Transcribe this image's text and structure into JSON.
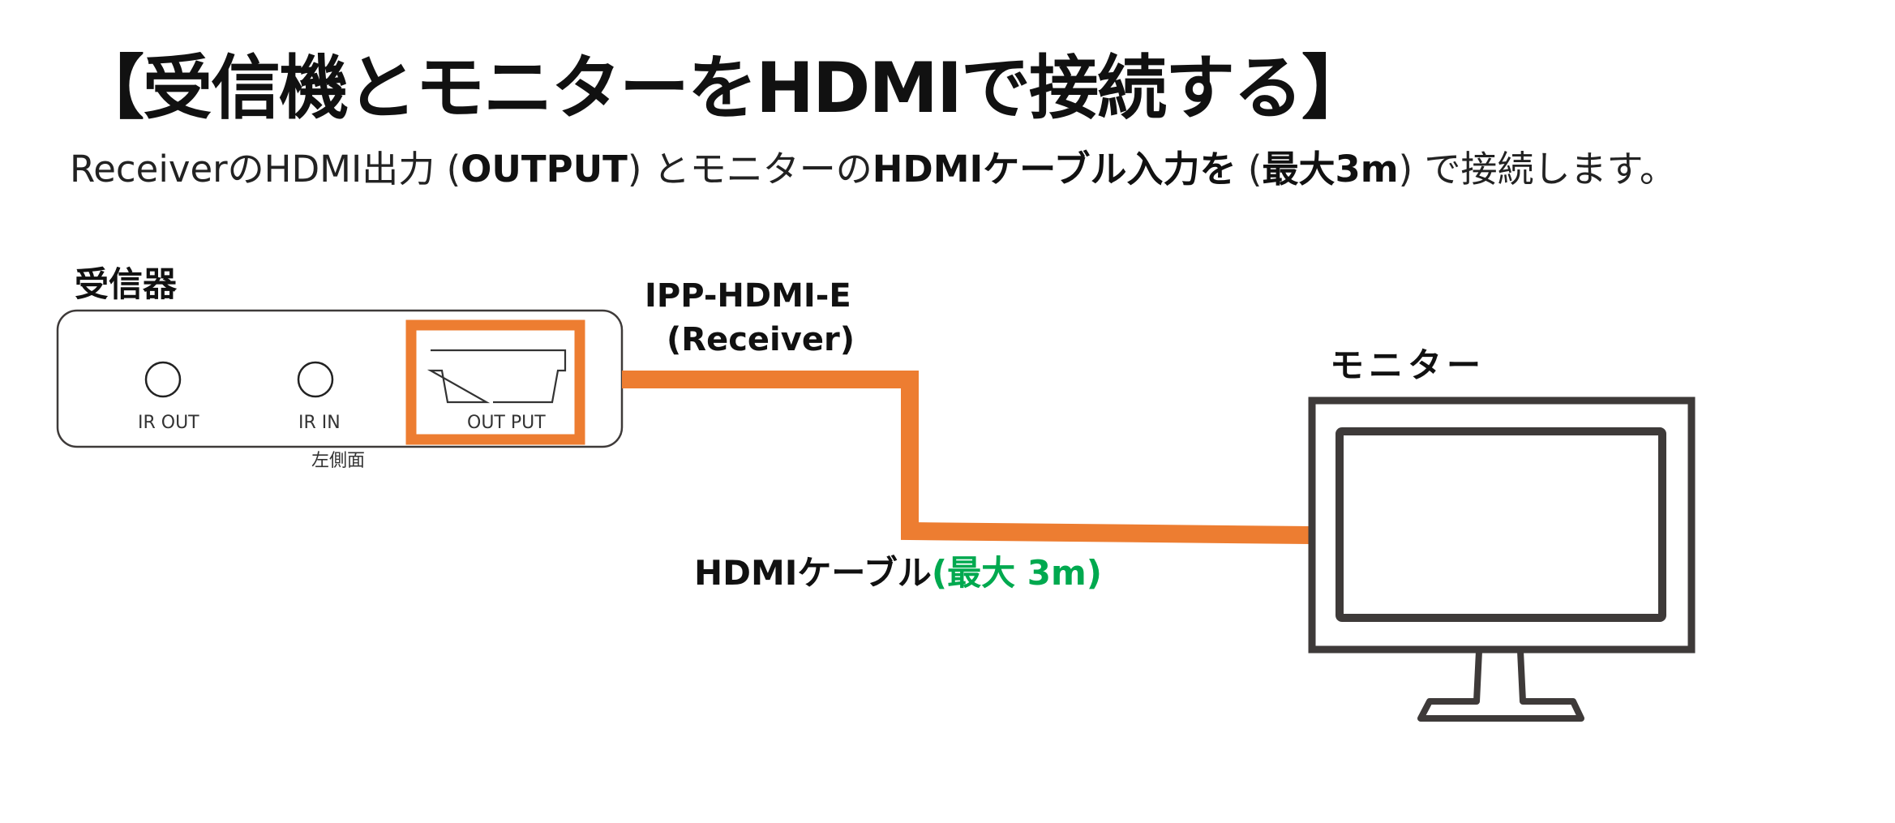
{
  "title": "【受信機とモニターをHDMIで接続する】",
  "subtitle": {
    "p1": "ReceiverのHDMI出力 (",
    "p2": "OUTPUT",
    "p3": ") とモニターの",
    "p4": "HDMIケーブル入力を",
    "p5": " (",
    "p6": "最大3m",
    "p7": ") で接続します。"
  },
  "receiver": {
    "label": "受信器",
    "ports": [
      "IR OUT",
      "IR IN",
      "OUT PUT"
    ],
    "side_label": "左側面"
  },
  "model": {
    "line1": "IPP-HDMI-E",
    "line2": "(Receiver)"
  },
  "cable": {
    "label": "HDMIケーブル",
    "length": "(最大 3m)"
  },
  "monitor": {
    "label": "モニター"
  },
  "colors": {
    "cable": "#ED7D31",
    "highlight": "#ED7D31",
    "outline": "#3e3a39",
    "green": "#00a94f"
  }
}
